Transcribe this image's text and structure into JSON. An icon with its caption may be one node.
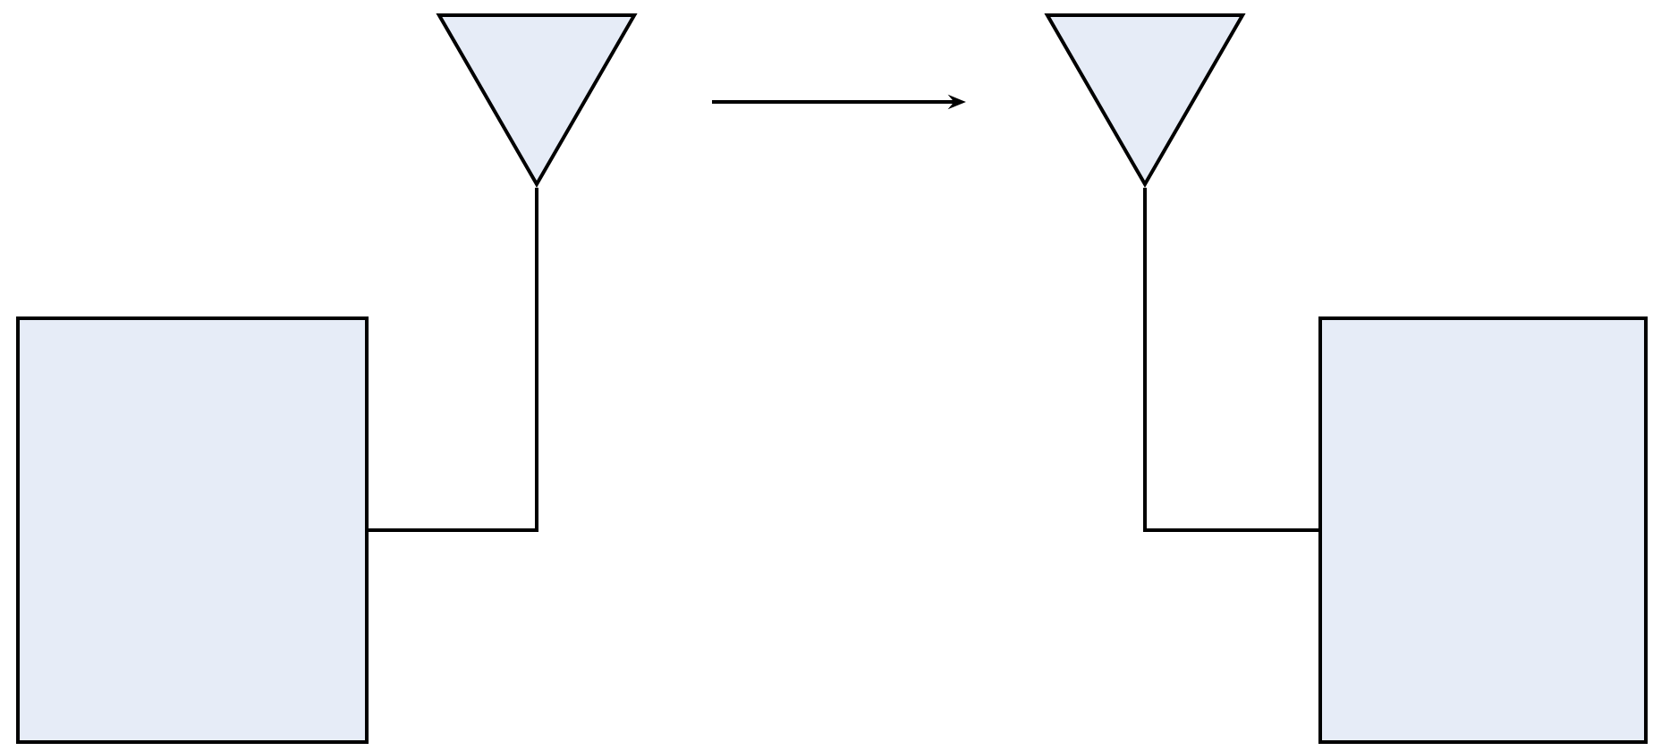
{
  "diagram": {
    "nodes": [
      {
        "text": [],
        "shape": "box"
      },
      {
        "text": [],
        "shape": "triangle"
      },
      {
        "text": [],
        "shape": "triangle"
      },
      {
        "text": [],
        "shape": "box"
      }
    ],
    "edges": [
      {
        "from": 0,
        "to": 1,
        "arrow": "none"
      },
      {
        "from": 2,
        "to": 3,
        "arrow": "none"
      }
    ]
  }
}
